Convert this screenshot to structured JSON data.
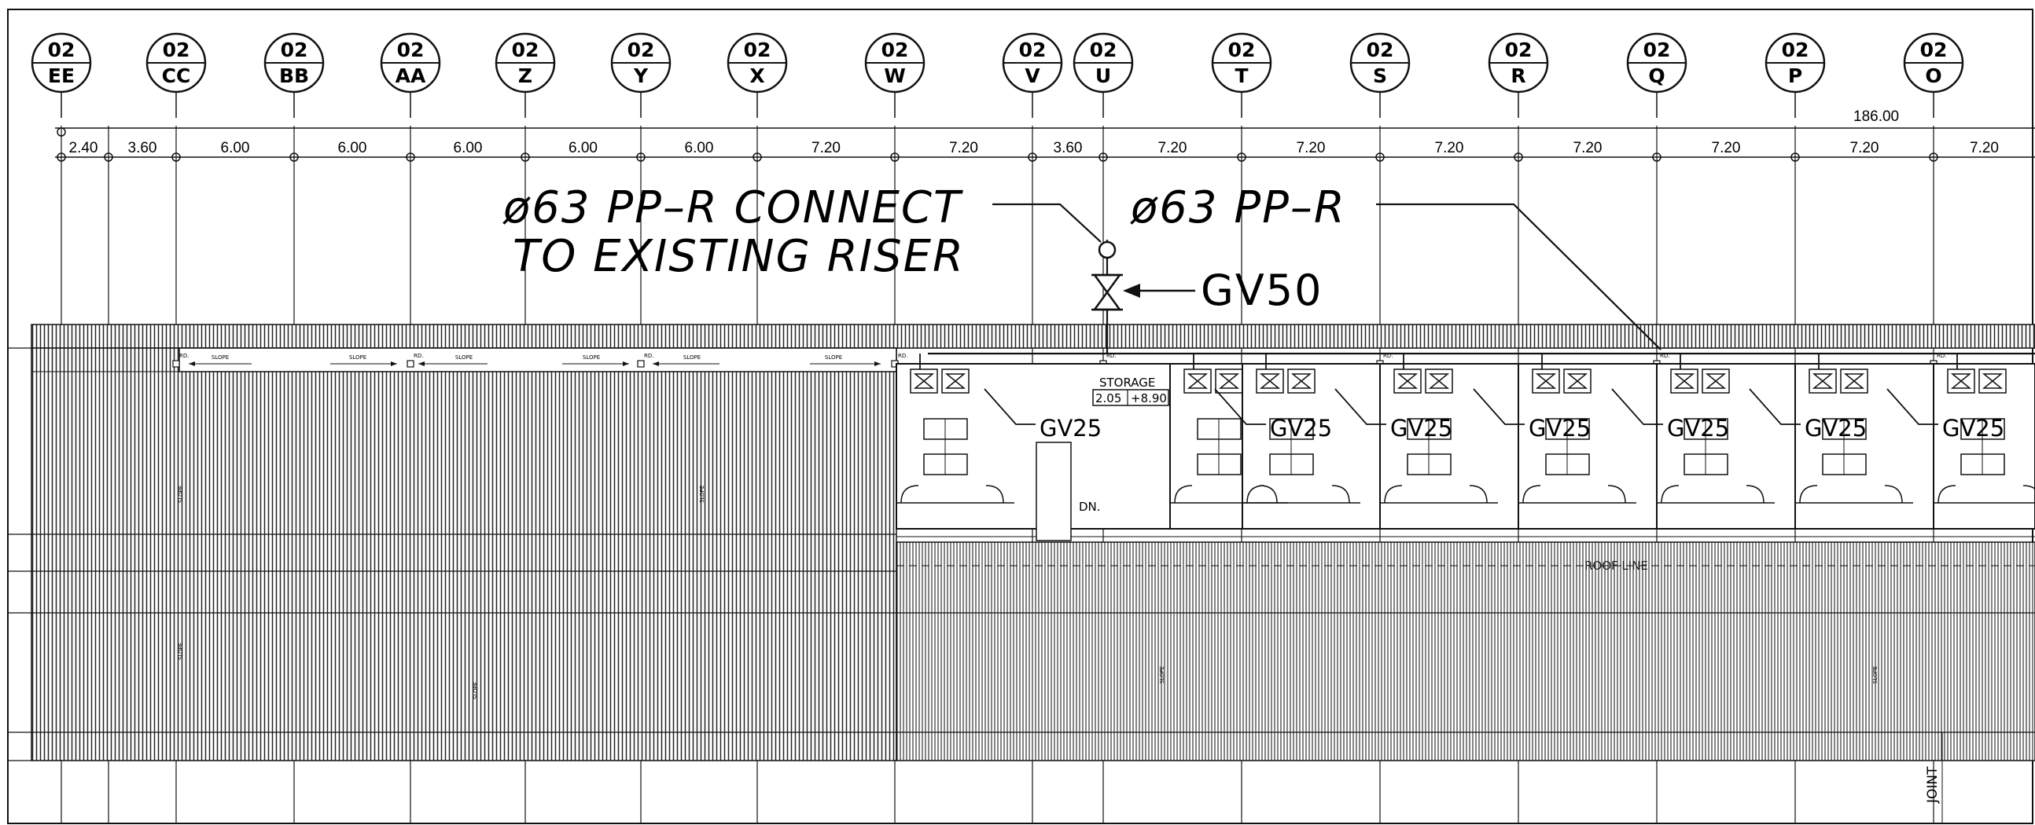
{
  "grid_bubbles": [
    {
      "num": "02",
      "letter": "EE"
    },
    {
      "num": "02",
      "letter": "CC"
    },
    {
      "num": "02",
      "letter": "BB"
    },
    {
      "num": "02",
      "letter": "AA"
    },
    {
      "num": "02",
      "letter": "Z"
    },
    {
      "num": "02",
      "letter": "Y"
    },
    {
      "num": "02",
      "letter": "X"
    },
    {
      "num": "02",
      "letter": "W"
    },
    {
      "num": "02",
      "letter": "V"
    },
    {
      "num": "02",
      "letter": "U"
    },
    {
      "num": "02",
      "letter": "T"
    },
    {
      "num": "02",
      "letter": "S"
    },
    {
      "num": "02",
      "letter": "R"
    },
    {
      "num": "02",
      "letter": "Q"
    },
    {
      "num": "02",
      "letter": "P"
    },
    {
      "num": "02",
      "letter": "O"
    }
  ],
  "overall_dimension": "186.00",
  "bay_dimensions": [
    "2.40",
    "3.60",
    "6.00",
    "6.00",
    "6.00",
    "6.00",
    "6.00",
    "7.20",
    "7.20",
    "3.60",
    "7.20",
    "7.20",
    "7.20",
    "7.20",
    "7.20",
    "7.20",
    "7.20"
  ],
  "notes": {
    "connect_line1": "ø63 PP–R CONNECT",
    "connect_line2": "TO EXISTING RISER",
    "pipe_label": "ø63 PP–R",
    "main_valve": "GV50"
  },
  "branch_valve": "GV25",
  "room": {
    "name": "STORAGE",
    "tag": "2.05",
    "level": "+8.90"
  },
  "stair_label": "DN.",
  "slope_label": "SLOPE",
  "rd_label": "RD.",
  "roof_line": "ROOF LINE",
  "joint_label": "JOINT"
}
